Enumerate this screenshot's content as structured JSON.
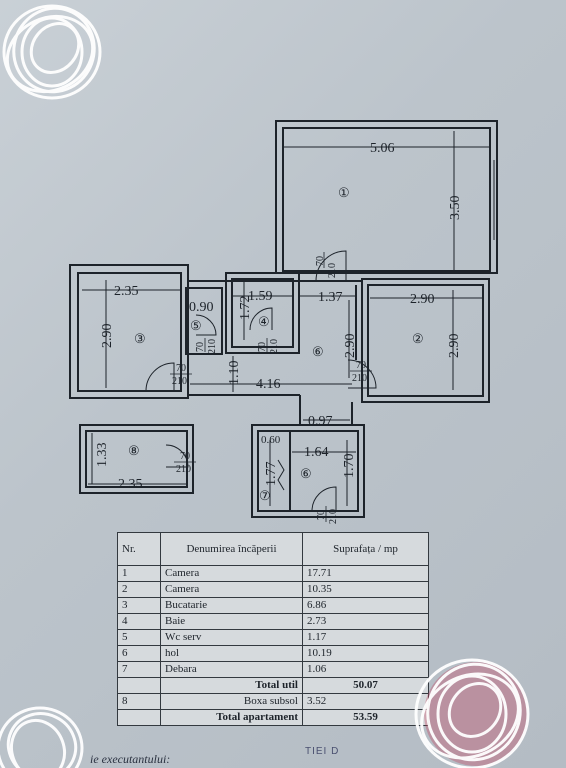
{
  "rooms": [
    {
      "num": "1",
      "label": "①"
    },
    {
      "num": "2",
      "label": "②"
    },
    {
      "num": "3",
      "label": "③"
    },
    {
      "num": "4",
      "label": "④"
    },
    {
      "num": "5",
      "label": "⑤"
    },
    {
      "num": "6",
      "label": "⑥"
    },
    {
      "num": "6b",
      "label": "⑥"
    },
    {
      "num": "7",
      "label": "⑦"
    },
    {
      "num": "8",
      "label": "⑧"
    }
  ],
  "dimensions": {
    "room1_width": "5.06",
    "room1_height": "3.50",
    "room2_width": "2.90",
    "room2_height": "2.90",
    "room3_width": "2.35",
    "room3_height": "2.90",
    "room4_width": "1.59",
    "room4_height": "1.72",
    "room5_width": "0.90",
    "hall_1_37": "1.37",
    "hall_2_90": "2.90",
    "hall_1_10": "1.10",
    "hall_4_16": "4.16",
    "hall_0_97": "0.97",
    "hall_1_64": "1.64",
    "hall_1_70": "1.70",
    "debara_0_60": "0.60",
    "debara_1_77": "1.77",
    "box_1_33": "1.33",
    "box_2_35": "2.35"
  },
  "doors": {
    "top": "70",
    "bottom": "210"
  },
  "table": {
    "col_nr": "Nr.",
    "col_name": "Denumirea încăperii",
    "col_area": "Suprafața / mp",
    "rows": [
      {
        "nr": "1",
        "name": "Camera",
        "area": "17.71"
      },
      {
        "nr": "2",
        "name": "Camera",
        "area": "10.35"
      },
      {
        "nr": "3",
        "name": "Bucatarie",
        "area": "6.86"
      },
      {
        "nr": "4",
        "name": "Baie",
        "area": "2.73"
      },
      {
        "nr": "5",
        "name": "Wc serv",
        "area": "1.17"
      },
      {
        "nr": "6",
        "name": "hol",
        "area": "10.19"
      },
      {
        "nr": "7",
        "name": "Debara",
        "area": "1.06"
      }
    ],
    "total_util_label": "Total util",
    "total_util_value": "50.07",
    "row8_nr": "8",
    "row8_name": "Boxa subsol",
    "row8_area": "3.52",
    "total_apt_label": "Total apartament",
    "total_apt_value": "53.59"
  },
  "footer": {
    "note": "ie executantului:",
    "stamp": "TIEI D"
  },
  "colors": {
    "ink": "#1d232a",
    "paper": "#c3cad0",
    "scribble": "#ffffff"
  }
}
